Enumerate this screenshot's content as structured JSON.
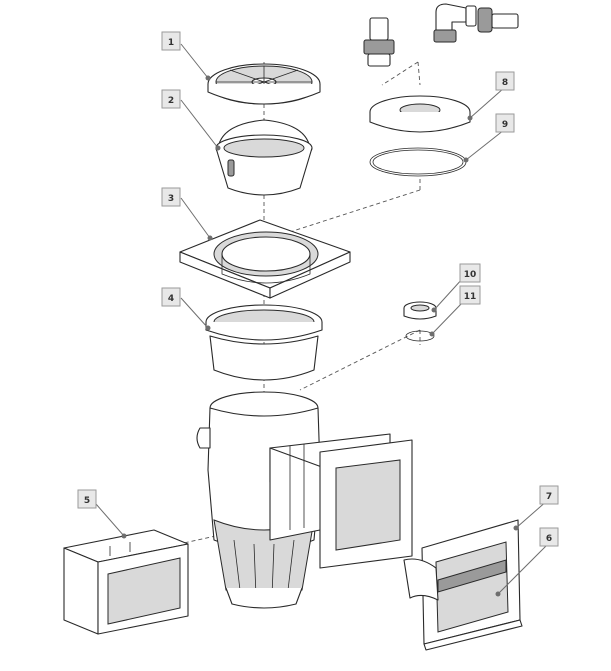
{
  "diagram": {
    "labels": [
      {
        "id": "1",
        "text": "1"
      },
      {
        "id": "2",
        "text": "2"
      },
      {
        "id": "3",
        "text": "3"
      },
      {
        "id": "4",
        "text": "4"
      },
      {
        "id": "5",
        "text": "5"
      },
      {
        "id": "6",
        "text": "6"
      },
      {
        "id": "7",
        "text": "7"
      },
      {
        "id": "8",
        "text": "8"
      },
      {
        "id": "9",
        "text": "9"
      },
      {
        "id": "10",
        "text": "10"
      },
      {
        "id": "11",
        "text": "11"
      }
    ]
  },
  "colors": {
    "line": "#2a2a2a",
    "label_box": "#e8e8e8",
    "leader": "#6e6e6e"
  }
}
